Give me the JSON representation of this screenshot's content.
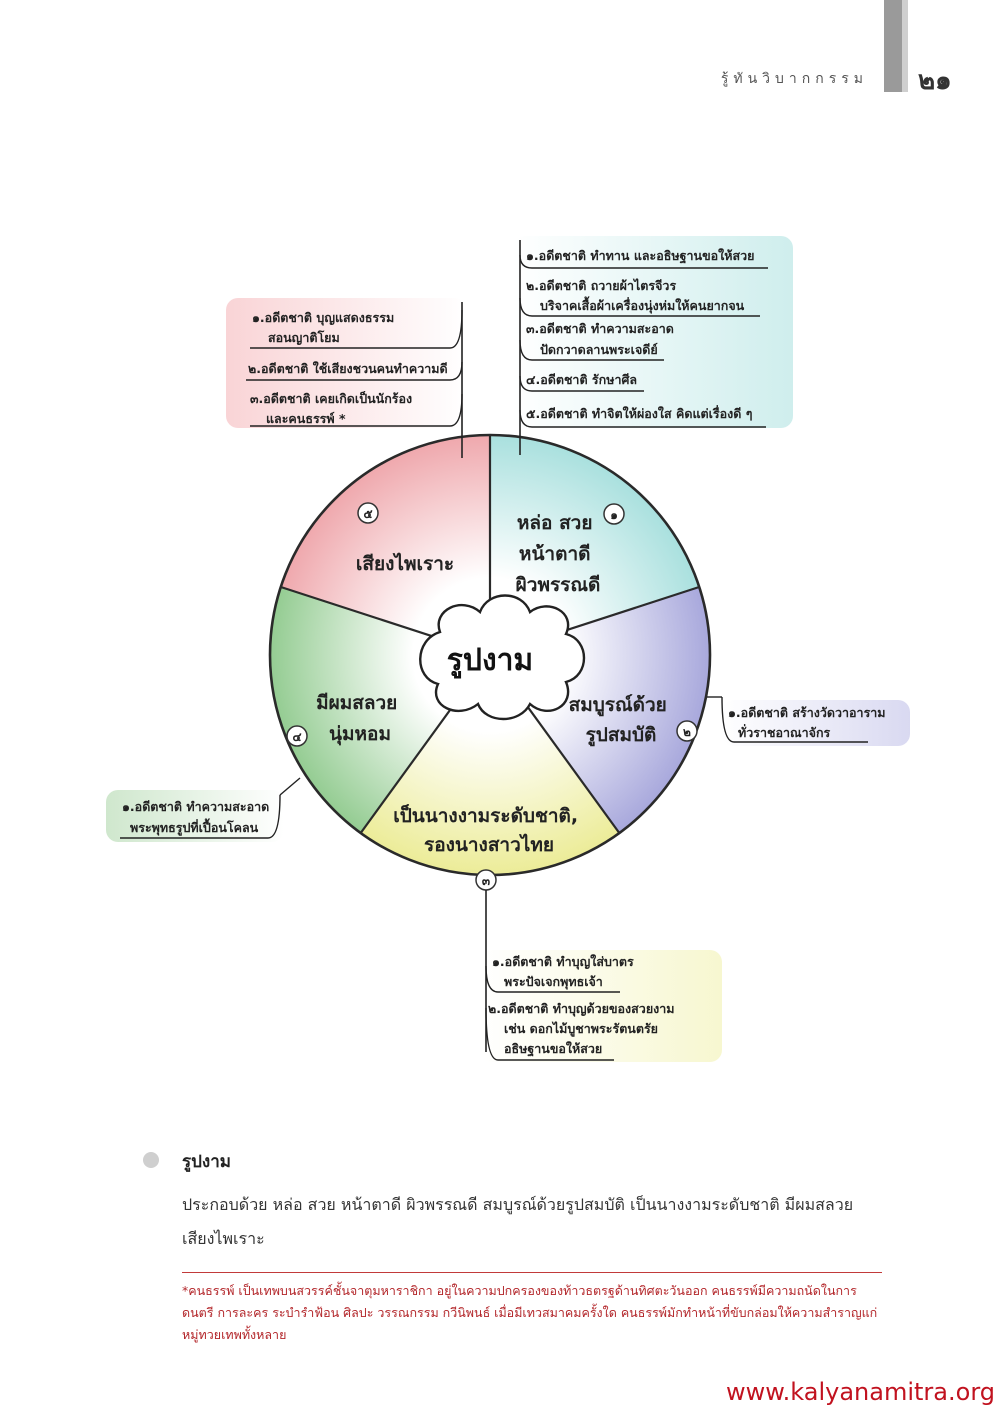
{
  "header": {
    "title": "รู้ทันวิบากกรรม",
    "page_number": "๒๑"
  },
  "diagram": {
    "center": "รูปงาม",
    "segments": [
      {
        "number": "๑",
        "lines": [
          "หล่อ สวย",
          "หน้าตาดี",
          "ผิวพรรณดี"
        ],
        "color": "#a9e0de",
        "causes": [
          [
            "๑.อดีตชาติ ทำทาน และอธิษฐานขอให้สวย"
          ],
          [
            "๒.อดีตชาติ ถวายผ้าไตรจีวร",
            "บริจาคเสื้อผ้าเครื่องนุ่งห่มให้คนยากจน"
          ],
          [
            "๓.อดีตชาติ ทำความสะอาด",
            "ปัดกวาดลานพระเจดีย์"
          ],
          [
            "๔.อดีตชาติ รักษาศีล"
          ],
          [
            "๕.อดีตชาติ ทำจิตให้ผ่องใส คิดแต่เรื่องดี ๆ"
          ]
        ]
      },
      {
        "number": "๒",
        "lines": [
          "สมบูรณ์ด้วย",
          "รูปสมบัติ"
        ],
        "color": "#b7b7e3",
        "causes": [
          [
            "๑.อดีตชาติ สร้างวัดวาอาราม",
            "ทั่วราชอาณาจักร"
          ]
        ]
      },
      {
        "number": "๓",
        "lines": [
          "เป็นนางงามระดับชาติ,",
          "รองนางสาวไทย"
        ],
        "color": "#eeeea6",
        "causes": [
          [
            "๑.อดีตชาติ ทำบุญใส่บาตร",
            "พระปัจเจกพุทธเจ้า"
          ],
          [
            "๒.อดีตชาติ ทำบุญด้วยของสวยงาม",
            "เช่น ดอกไม้บูชาพระรัตนตรัย",
            "อธิษฐานขอให้สวย"
          ]
        ]
      },
      {
        "number": "๔",
        "lines": [
          "มีผมสลวย",
          "นุ่มหอม"
        ],
        "color": "#a9d6a6",
        "causes": [
          [
            "๑.อดีตชาติ ทำความสะอาด",
            "พระพุทธรูปที่เปื้อนโคลน"
          ]
        ]
      },
      {
        "number": "๕",
        "lines": [
          "เสียงไพเราะ"
        ],
        "color": "#f1b6bb",
        "causes": [
          [
            "๑.อดีตชาติ บุญแสดงธรรม",
            "สอนญาติโยม"
          ],
          [
            "๒.อดีตชาติ ใช้เสียงชวนคนทำความดี"
          ],
          [
            "๓.อดีตชาติ เคยเกิดเป็นนักร้อง",
            "และคนธรรพ์ *"
          ]
        ]
      }
    ]
  },
  "section": {
    "title": "รูปงาม",
    "body": "ประกอบด้วย หล่อ สวย หน้าตาดี ผิวพรรณดี สมบูรณ์ด้วยรูปสมบัติ เป็นนางงามระดับชาติ มีผมสลวย เสียงไพเราะ"
  },
  "footnote": "*คนธรรพ์ เป็นเทพบนสวรรค์ชั้นจาตุมหาราชิกา อยู่ในความปกครองของท้าวธตรฐด้านทิศตะวันออก คนธรรพ์มีความถนัดในการดนตรี การละคร ระบำรำฟ้อน ศิลปะ วรรณกรรม กวีนิพนธ์ เมื่อมีเทวสมาคมครั้งใด คนธรรพ์มักทำหน้าที่ขับกล่อมให้ความสำราญแก่หมู่ทวยเทพทั้งหลาย",
  "website": "www.kalyanamitra.org"
}
